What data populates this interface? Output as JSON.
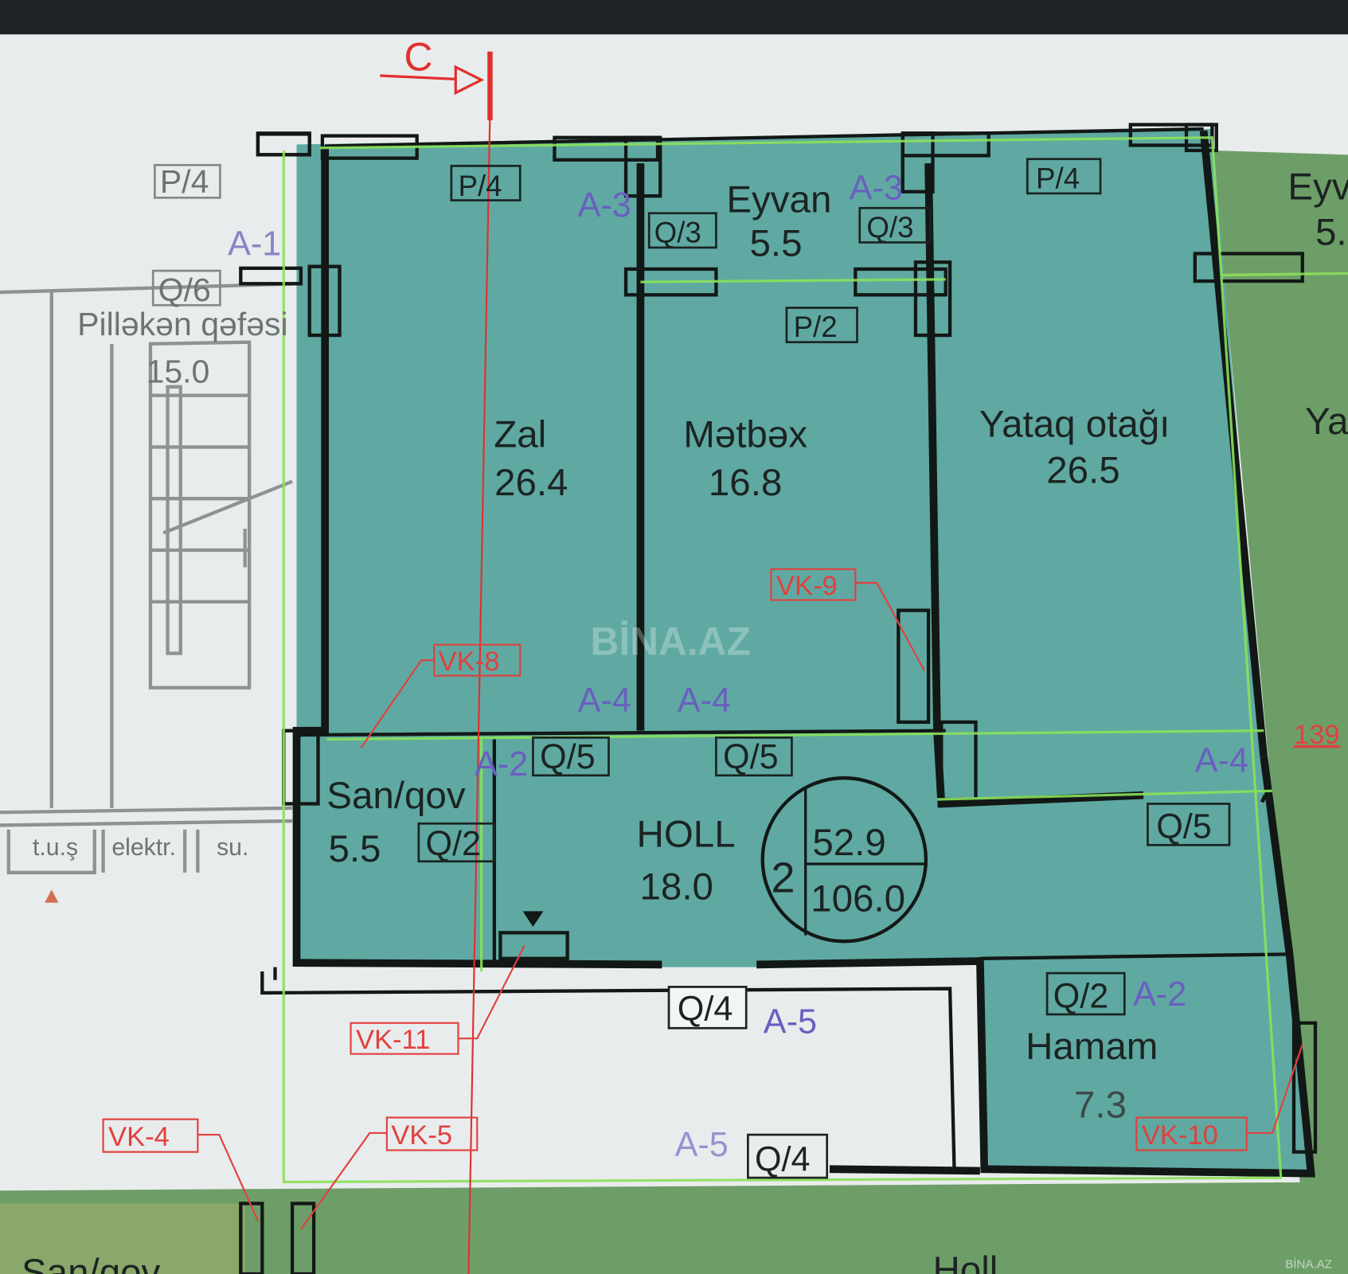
{
  "plan": {
    "colors": {
      "apartment_fill": "#5fa9a2",
      "neighbor_fill": "#6e9e68",
      "paper": "#e9ecec",
      "walls": "#121816",
      "door_marks": "#6a5fc0",
      "vk_marks": "#e0413f",
      "section_line": "#e0302e"
    },
    "section_marker": "C",
    "watermark": "BİNA.AZ",
    "watermark_corner": "BİNA.AZ",
    "stairwell": {
      "name": "Pilləkən qəfəsi",
      "area": "15.0",
      "window": "P/4",
      "door": "Q/6",
      "door_type": "A-1",
      "shafts": [
        "t.u.ş",
        "elektr.",
        "su."
      ]
    },
    "rooms": {
      "zal": {
        "name": "Zal",
        "area": "26.4"
      },
      "metbex": {
        "name": "Mətbəx",
        "area": "16.8"
      },
      "yataq": {
        "name": "Yataq otağı",
        "area": "26.5"
      },
      "eyvan": {
        "name": "Eyvan",
        "area": "5.5"
      },
      "sanqov": {
        "name": "San/qov",
        "area": "5.5"
      },
      "holl": {
        "name": "HOLL",
        "area": "18.0"
      },
      "hamam": {
        "name": "Hamam",
        "area": "7.3"
      }
    },
    "apartment_badge": {
      "rooms": "2",
      "living_area": "52.9",
      "total_area": "106.0"
    },
    "windows": [
      "P/4",
      "P/4",
      "P/2"
    ],
    "doors": {
      "q3_left": "Q/3",
      "a3_left": "A-3",
      "q3_right": "Q/3",
      "a3_right": "A-3",
      "q5_zal": "Q/5",
      "a4_zal": "A-4",
      "q5_metbex": "Q/5",
      "a4_metbex": "A-4",
      "q5_yataq": "Q/5",
      "a4_yataq": "A-4",
      "q2_san": "Q/2",
      "a2_san": "A-2",
      "q4_entry": "Q/4",
      "a5_entry": "A-5",
      "q2_hamam": "Q/2",
      "a2_hamam": "A-2",
      "q4_lower": "Q/4",
      "a5_lower": "A-5"
    },
    "vk": [
      "VK-8",
      "VK-9",
      "VK-11",
      "VK-4",
      "VK-5",
      "VK-10"
    ],
    "dimension": "139",
    "neighbor_right": {
      "eyvan": "Eyv",
      "eyvan_area": "5.",
      "room": "Ya"
    },
    "neighbor_bottom": {
      "sanqov": "San/qov",
      "holl": "Holl"
    }
  }
}
